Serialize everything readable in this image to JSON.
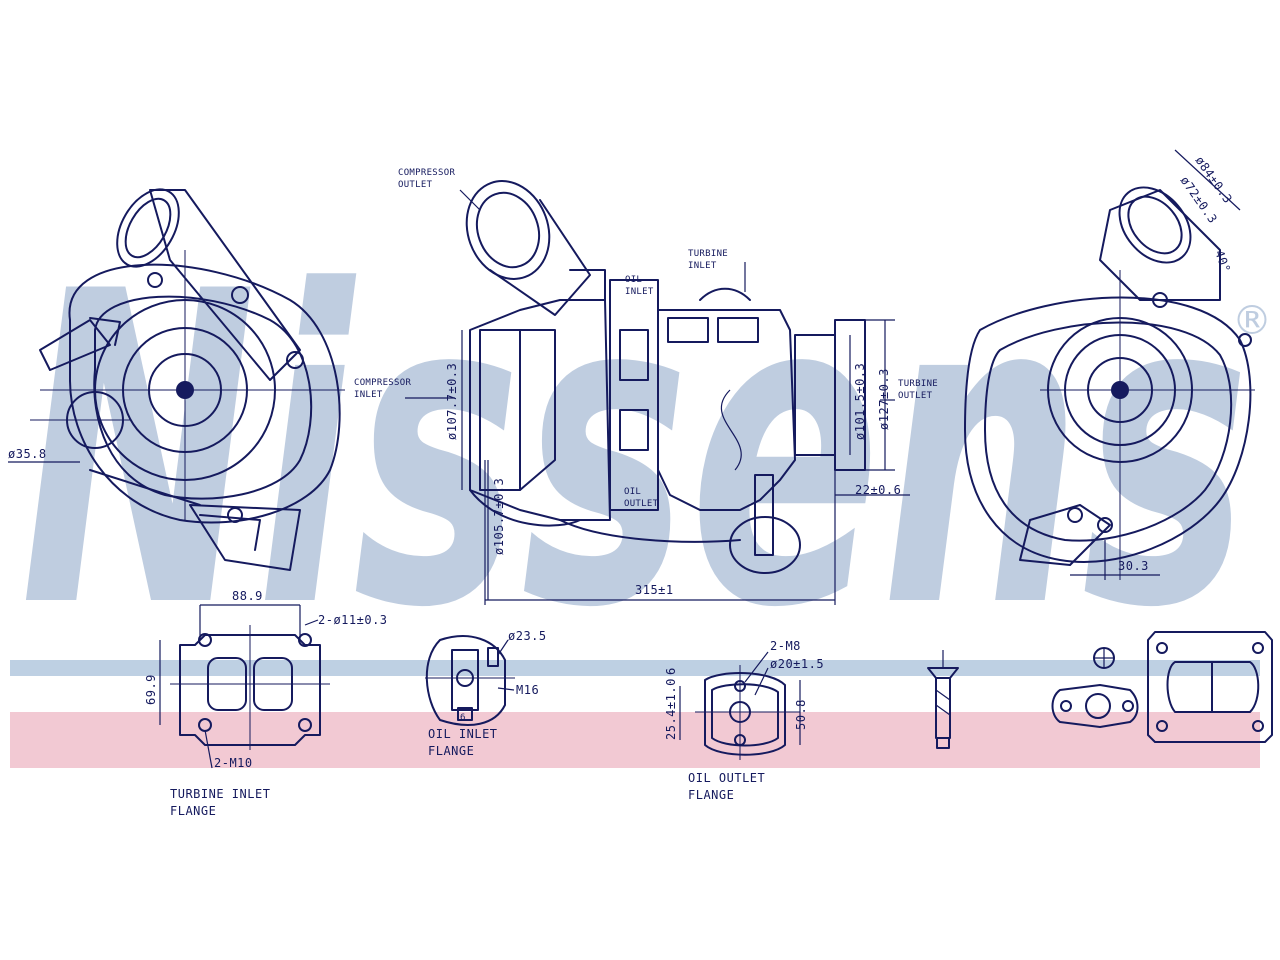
{
  "watermark": {
    "text": "Nissens",
    "registered_mark": "®",
    "color": "#bfcde0"
  },
  "colors": {
    "line": "#151a5e",
    "stripe_blue": "#bed0e3",
    "stripe_red": "#f2c9d3",
    "background": "#ffffff"
  },
  "labels": {
    "compressor_outlet": [
      "COMPRESSOR",
      "OUTLET"
    ],
    "compressor_inlet": [
      "COMPRESSOR",
      "INLET"
    ],
    "turbine_inlet": [
      "TURBINE",
      "INLET"
    ],
    "turbine_outlet": [
      "TURBINE",
      "OUTLET"
    ],
    "oil_inlet": [
      "OIL",
      "INLET"
    ],
    "oil_outlet": [
      "OIL",
      "OUTLET"
    ],
    "oil_inlet_flange": [
      "OIL  INLET",
      "FLANGE"
    ],
    "oil_outlet_flange": [
      "OIL  OUTLET",
      "FLANGE"
    ],
    "turbine_inlet_flange": [
      "TURBINE INLET",
      "FLANGE"
    ]
  },
  "dimensions": {
    "d_35_8": "ø35.8",
    "d_107_7": "ø107.7±0.3",
    "d_105_7": "ø105.7±0.3",
    "d_101_5": "ø101.5±0.3",
    "d_127": "ø127±0.3",
    "len_22": "22±0.6",
    "len_315": "315±1",
    "len_30_3": "30.3",
    "d_84": "ø84±0.3",
    "d_72": "ø72±0.3",
    "angle_40": "40°",
    "len_88_9": "88.9",
    "len_69_9": "69.9",
    "holes_11": "2-ø11±0.3",
    "thread_m10": "2-M10",
    "d_23_5": "ø23.5",
    "thread_m16": "M16",
    "thread_m8": "2-M8",
    "d_20": "ø20±1.5",
    "len_25_4": "25.4±1.0",
    "len_50_8": "50.8",
    "len_6": "6"
  }
}
